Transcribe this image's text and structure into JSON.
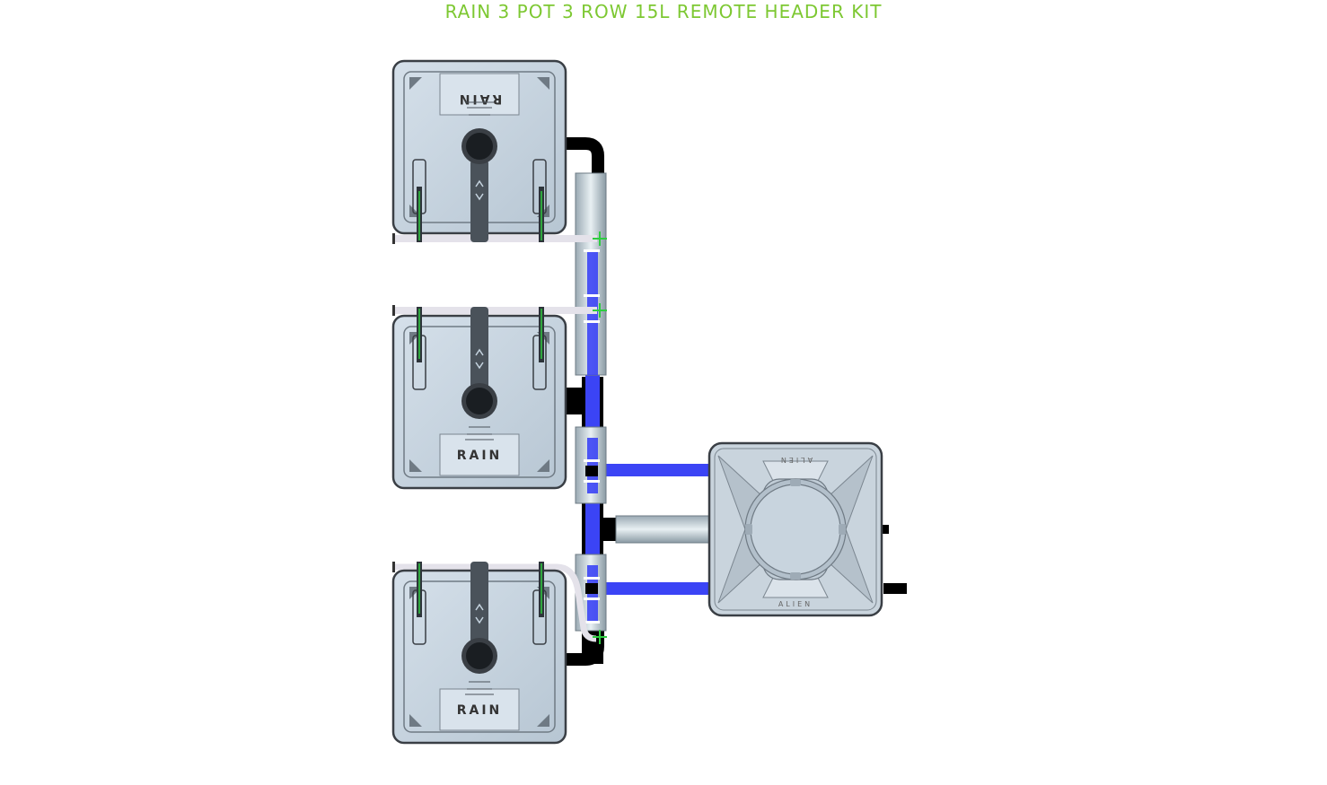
{
  "title": "RAIN 3 POT 3 ROW 15L REMOTE HEADER KIT",
  "pots": [
    {
      "label": "RAIN",
      "orientation": "flipped"
    },
    {
      "label": "RAIN",
      "orientation": "normal"
    },
    {
      "label": "RAIN",
      "orientation": "normal"
    }
  ],
  "reservoir": {
    "label_top": "ALIEN",
    "label_bottom": "ALIEN"
  },
  "colors": {
    "title": "#7dc832",
    "pot_body": "#c5d3df",
    "pot_outline": "#3a3f45",
    "pipe_black": "#000000",
    "hose_blue": "#3b44f5",
    "hose_white": "#e4e2ea",
    "fitting_green": "#2ecc40",
    "reservoir_body": "#c9d4dd"
  }
}
